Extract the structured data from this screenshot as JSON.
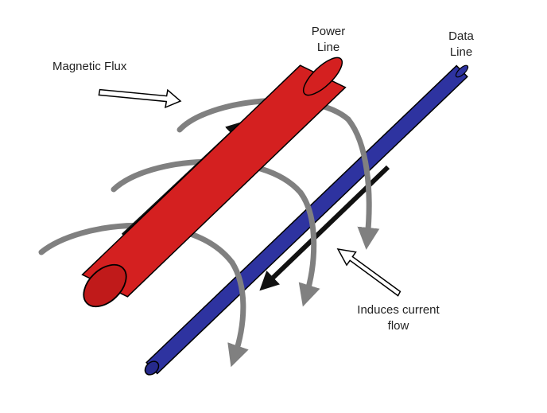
{
  "labels": {
    "power_line": [
      "Power",
      "Line"
    ],
    "data_line": [
      "Data",
      "Line"
    ],
    "magnetic_flux": "Magnetic Flux",
    "induces_current": [
      "Induces current",
      "flow"
    ]
  },
  "colors": {
    "power_line": "#d42020",
    "power_line_dark": "#8a1010",
    "data_line": "#2e33a0",
    "data_line_dark": "#141860",
    "flux": "#808080",
    "current_arrow": "#111111",
    "outline": "#000000",
    "label_text": "#222222"
  },
  "flux_loop_count": 3,
  "icons": [
    "hollow-callout-arrow",
    "flux-arc-arrow",
    "current-direction-arrow"
  ]
}
